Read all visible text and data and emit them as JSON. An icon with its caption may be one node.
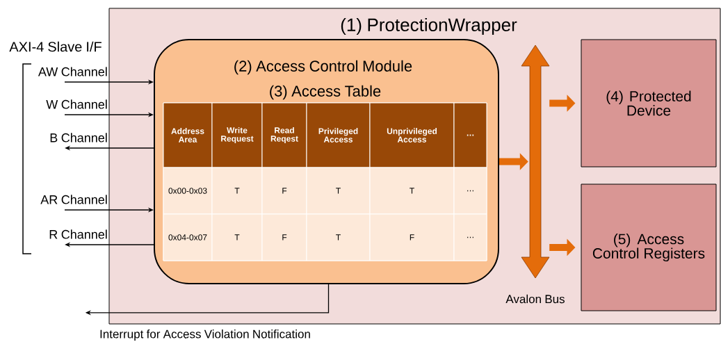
{
  "diagram": {
    "nodes": [
      {
        "text": [
          "(1) ProtectionWrapper"
        ]
      },
      {
        "text": [
          "(2) Access Control Module"
        ],
        "in": 0
      },
      {
        "text": [
          "(3) Access Table"
        ],
        "in": 1
      },
      {
        "text": [],
        "shape": "bar",
        "beside": [
          "Avalon Bus"
        ],
        "in": 0
      },
      {
        "text": [
          "(4) Protected Device"
        ],
        "in": 0
      },
      {
        "text": [
          "(5) Access Control Registers"
        ],
        "in": 0
      },
      {
        "text": [
          "AW Channel"
        ]
      },
      {
        "text": [
          "W Channel"
        ]
      },
      {
        "text": [
          "B Channel"
        ]
      },
      {
        "text": [
          "AR Channel"
        ]
      },
      {
        "text": [
          "R Channel"
        ]
      },
      {
        "text": [
          "Interrupt for Access Violation Notification"
        ]
      }
    ],
    "edges": [
      {
        "from": 6,
        "to": 1,
        "arrow": "to"
      },
      {
        "from": 7,
        "to": 1,
        "arrow": "to"
      },
      {
        "from": 1,
        "to": 8,
        "arrow": "to"
      },
      {
        "from": 9,
        "to": 1,
        "arrow": "to"
      },
      {
        "from": 1,
        "to": 10,
        "arrow": "to"
      },
      {
        "from": 1,
        "to": 11,
        "arrow": "to"
      },
      {
        "from": 1,
        "to": 3,
        "arrow": "to",
        "style": "thick",
        "color": "#e46c0a"
      },
      {
        "from": 3,
        "to": 4,
        "arrow": "to",
        "style": "thick",
        "color": "#e46c0a"
      },
      {
        "from": 3,
        "to": 5,
        "arrow": "to",
        "style": "thick",
        "color": "#e46c0a"
      }
    ],
    "labels": [
      "AXI-4 Slave I/F",
      "Address Area",
      "Write Request",
      "Read Reqest",
      "Privileged Access",
      "Unprivileged Access",
      "…",
      "0x00-0x03",
      "T",
      "F",
      "T",
      "T",
      "…",
      "0x04-0x07",
      "T",
      "F",
      "T",
      "F",
      "…"
    ]
  }
}
